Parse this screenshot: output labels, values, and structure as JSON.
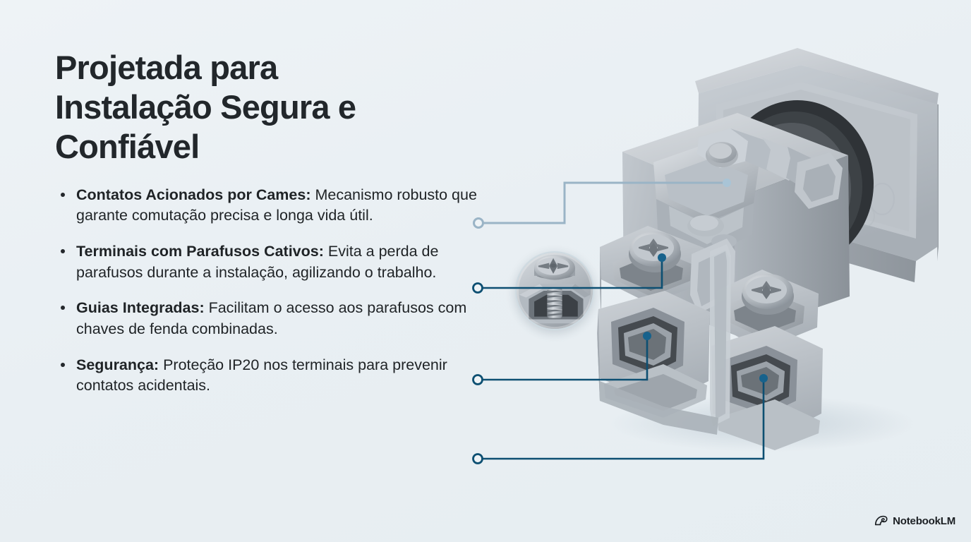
{
  "slide": {
    "title": "Projetada para\nInstalação Segura e\nConfiável",
    "background_color": "#eaf0f3",
    "title_color": "#22272b"
  },
  "bullets": [
    {
      "lead": "Contatos Acionados por Cames:",
      "text": " Mecanismo robusto que garante comutação precisa e longa vida útil."
    },
    {
      "lead": "Terminais com Parafusos Cativos:",
      "text": " Evita a perda de parafusos durante a instalação, agilizando o trabalho."
    },
    {
      "lead": "Guias Integradas:",
      "text": " Facilitam o acesso aos parafusos com chaves de fenda combinadas."
    },
    {
      "lead": "Segurança:",
      "text": " Proteção IP20 nos terminais para prevenir contatos acidentais."
    }
  ],
  "callouts": [
    {
      "id": "cam-mechanism",
      "target": "cam actuator pin",
      "color": "#9ab4c6",
      "endpoint_style": "hollow-circle"
    },
    {
      "id": "captive-screw",
      "target": "terminal screw",
      "color": "#0d4f72",
      "endpoint_style": "hollow-circle"
    },
    {
      "id": "integrated-guides",
      "target": "left terminal guide",
      "color": "#0d4f72",
      "endpoint_style": "hollow-circle"
    },
    {
      "id": "ip20-safety",
      "target": "right terminal opening",
      "color": "#0d4f72",
      "endpoint_style": "hollow-circle"
    }
  ],
  "magnifier": {
    "label": "screw-detail-magnifier",
    "depicts": "Phillips captive screw in terminal block"
  },
  "product": {
    "label": "cam-switch-render",
    "description": "Chave rotativa de cames com flange quadrado e blocos de terminais",
    "body_color": "#b8bec4",
    "metal_color": "#9aa1a8"
  },
  "watermark": {
    "text": "NotebookLM",
    "icon": "notebooklm-spiral-icon"
  }
}
